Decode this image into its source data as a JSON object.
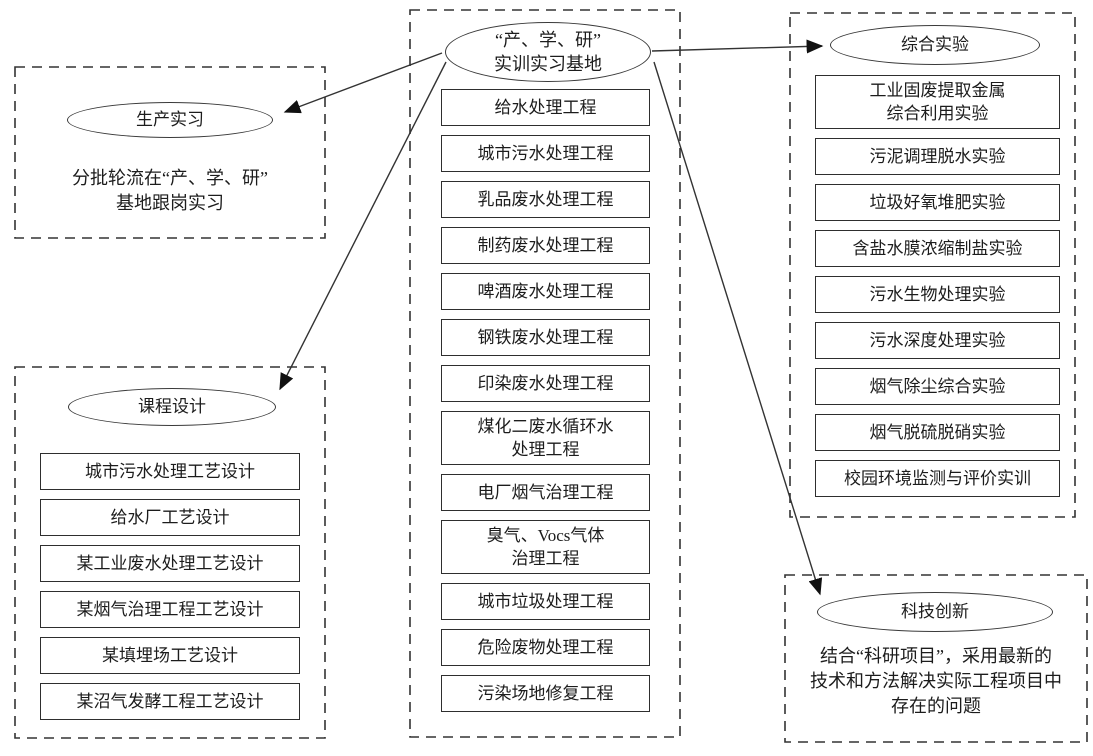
{
  "style": {
    "ink": "#1c1c1c",
    "line_color": "#333333",
    "background": "#ffffff"
  },
  "center": {
    "title": "“产、学、研”\n实训实习基地",
    "items": [
      "给水处理工程",
      "城市污水处理工程",
      "乳品废水处理工程",
      "制药废水处理工程",
      "啤酒废水处理工程",
      "钢铁废水处理工程",
      "印染废水处理工程",
      "煤化二废水循环水\n处理工程",
      "电厂烟气治理工程",
      "臭气、Vocs气体\n治理工程",
      "城市垃圾处理工程",
      "危险废物处理工程",
      "污染场地修复工程"
    ]
  },
  "production": {
    "title": "生产实习",
    "description": "分批轮流在“产、学、研”\n基地跟岗实习"
  },
  "course": {
    "title": "课程设计",
    "items": [
      "城市污水处理工艺设计",
      "给水厂工艺设计",
      "某工业废水处理工艺设计",
      "某烟气治理工程工艺设计",
      "某填埋场工艺设计",
      "某沼气发酵工程工艺设计"
    ]
  },
  "experiment": {
    "title": "综合实验",
    "items": [
      "工业固废提取金属\n综合利用实验",
      "污泥调理脱水实验",
      "垃圾好氧堆肥实验",
      "含盐水膜浓缩制盐实验",
      "污水生物处理实验",
      "污水深度处理实验",
      "烟气除尘综合实验",
      "烟气脱硫脱硝实验",
      "校园环境监测与评价实训"
    ]
  },
  "innovation": {
    "title": "科技创新",
    "description": "结合“科研项目”，采用最新的\n技术和方法解决实际工程项目中\n存在的问题"
  }
}
